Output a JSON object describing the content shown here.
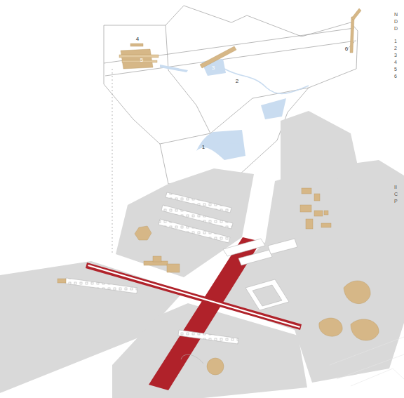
{
  "diagram": {
    "labels": [
      "4",
      "5",
      "3",
      "2",
      "1",
      "6",
      "N",
      "D",
      "D",
      "1",
      "2",
      "3",
      "4",
      "5",
      "6",
      "II",
      "C",
      "P"
    ]
  }
}
